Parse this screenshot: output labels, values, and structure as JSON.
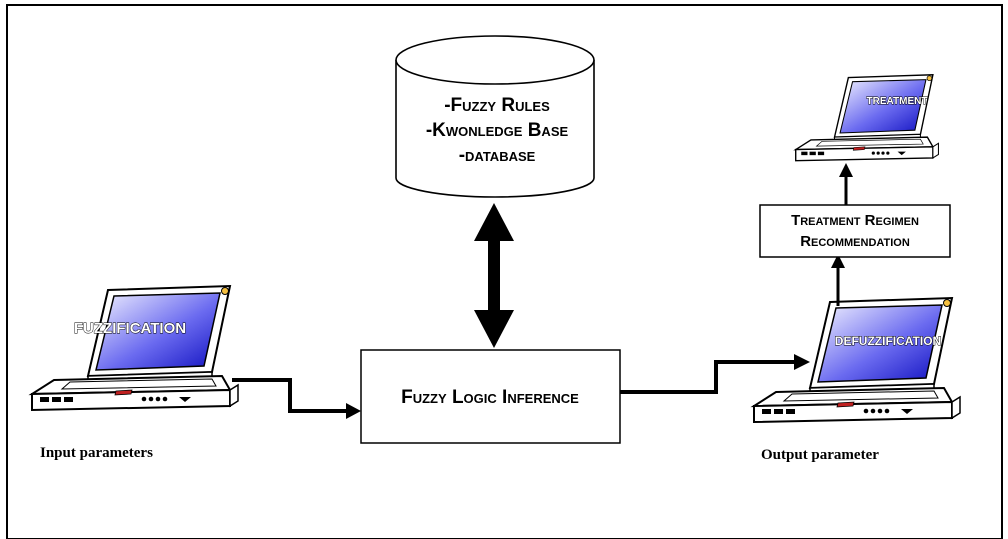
{
  "database": {
    "lines": [
      "-Fuzzy Rules",
      "-Kwonledge Base",
      "-database"
    ]
  },
  "inference": {
    "label": "Fuzzy Logic Inference"
  },
  "recommendation": {
    "lines": [
      "Treatment Regimen",
      "Recommendation"
    ]
  },
  "laptops": {
    "fuzzification": "fuzzification",
    "defuzzification": "defuzzification",
    "treatment": "treatment"
  },
  "captions": {
    "input": "Input parameters",
    "output": "Output parameter"
  },
  "colors": {
    "screen_light": "#f2f2ff",
    "screen_dark": "#1010c0",
    "led": "#f5c040",
    "touchpad_button": "#c02020"
  }
}
